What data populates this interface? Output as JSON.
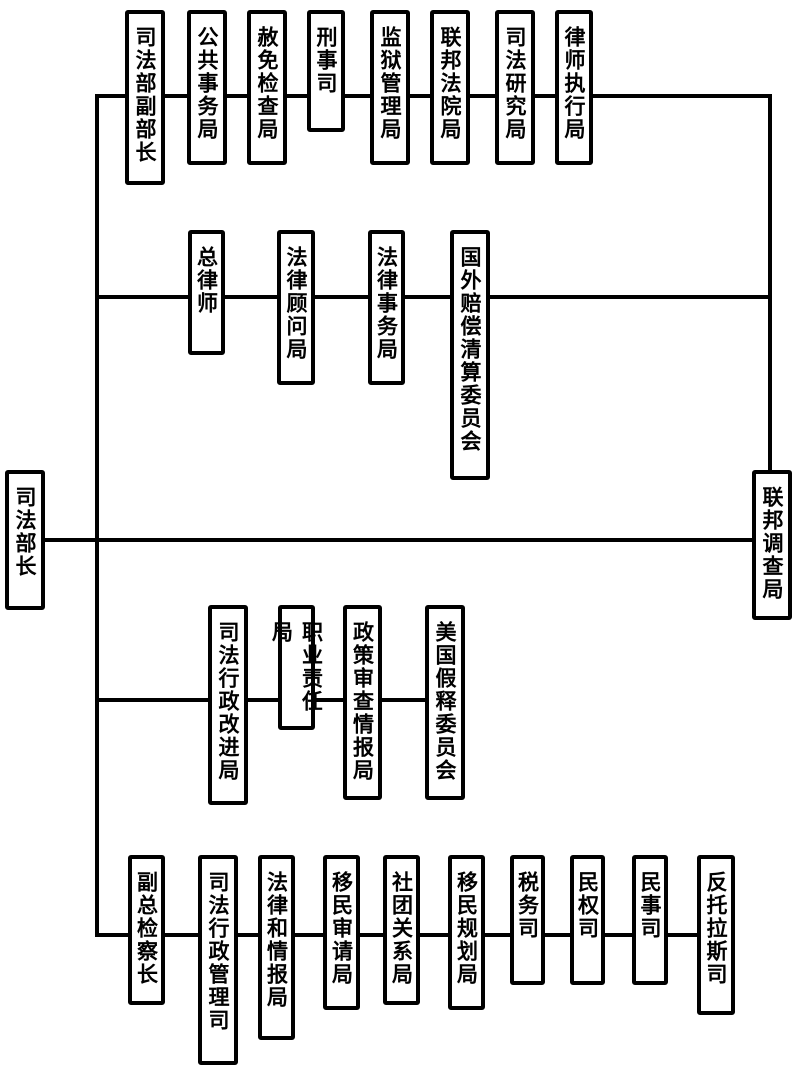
{
  "root": "司法部长",
  "fbi": "联邦调查局",
  "row1": [
    "司法部副部长",
    "公共事务局",
    "赦免检查局",
    "刑事司",
    "监狱管理局",
    "联邦法院局",
    "司法研究局",
    "律师执行局"
  ],
  "row2": [
    "总律师",
    "法律顾问局",
    "法律事务局",
    "国外赔偿清算委员会"
  ],
  "row4": [
    "司法行政改进局",
    "职业责任局",
    "政策审查情报局",
    "美国假释委员会"
  ],
  "row5": [
    "副总检察长",
    "司法行政管理司",
    "法律和情报局",
    "移民审请局",
    "社团关系局",
    "移民规划局",
    "税务司",
    "民权司",
    "民事司",
    "反托拉斯司"
  ]
}
